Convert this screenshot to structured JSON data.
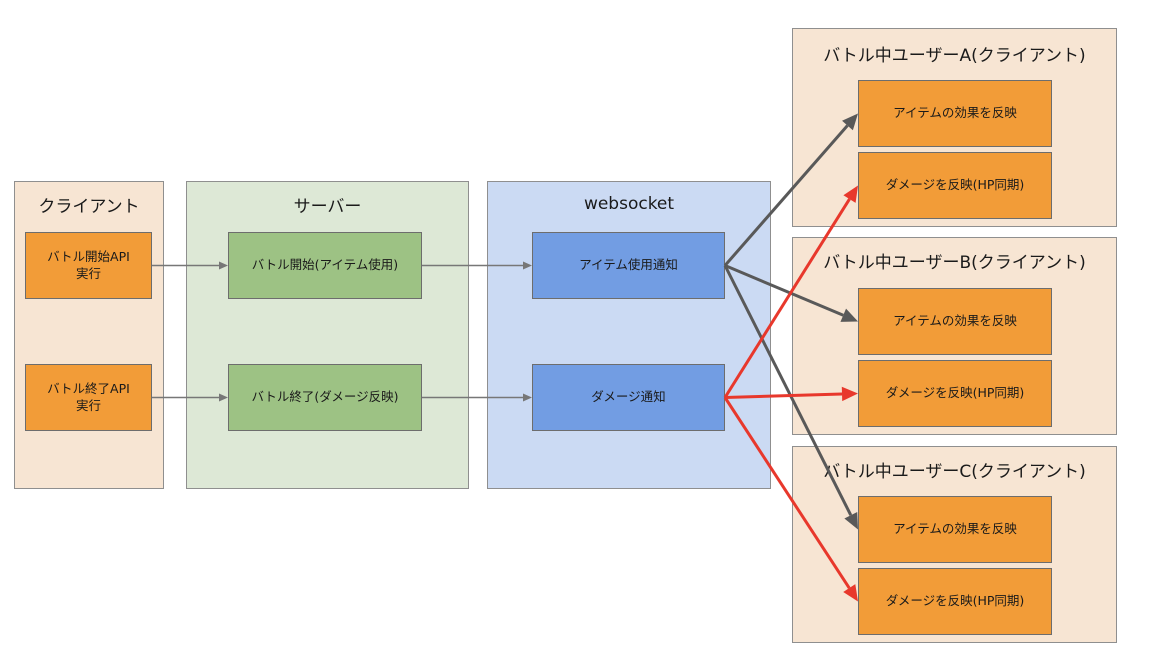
{
  "colors": {
    "client_bg": "#f7e5d3",
    "server_bg": "#dde8d6",
    "websocket_bg": "#cbdaf3",
    "orange_node": "#f29c38",
    "green_node": "#9dc284",
    "blue_node": "#729de3",
    "gray_arrow": "#595959",
    "red_arrow": "#e8382c",
    "thin_arrow": "#777777"
  },
  "client": {
    "title": "クライアント",
    "nodes": [
      {
        "label": "バトル開始API\n実行"
      },
      {
        "label": "バトル終了API\n実行"
      }
    ]
  },
  "server": {
    "title": "サーバー",
    "nodes": [
      {
        "label": "バトル開始(アイテム使用)"
      },
      {
        "label": "バトル終了(ダメージ反映)"
      }
    ]
  },
  "websocket": {
    "title": "websocket",
    "nodes": [
      {
        "label": "アイテム使用通知"
      },
      {
        "label": "ダメージ通知"
      }
    ]
  },
  "users": [
    {
      "title": "バトル中ユーザーA(クライアント)",
      "nodes": [
        {
          "label": "アイテムの効果を反映"
        },
        {
          "label": "ダメージを反映(HP同期)"
        }
      ]
    },
    {
      "title": "バトル中ユーザーB(クライアント)",
      "nodes": [
        {
          "label": "アイテムの効果を反映"
        },
        {
          "label": "ダメージを反映(HP同期)"
        }
      ]
    },
    {
      "title": "バトル中ユーザーC(クライアント)",
      "nodes": [
        {
          "label": "アイテムの効果を反映"
        },
        {
          "label": "ダメージを反映(HP同期)"
        }
      ]
    }
  ],
  "edges": [
    {
      "from": "client-start",
      "to": "server-start",
      "style": "thin"
    },
    {
      "from": "client-end",
      "to": "server-end",
      "style": "thin"
    },
    {
      "from": "server-start",
      "to": "ws-item",
      "style": "thin"
    },
    {
      "from": "server-end",
      "to": "ws-damage",
      "style": "thin"
    },
    {
      "from": "ws-item",
      "to": "userA-item",
      "style": "gray"
    },
    {
      "from": "ws-item",
      "to": "userB-item",
      "style": "gray"
    },
    {
      "from": "ws-item",
      "to": "userC-item",
      "style": "gray"
    },
    {
      "from": "ws-damage",
      "to": "userA-damage",
      "style": "red"
    },
    {
      "from": "ws-damage",
      "to": "userB-damage",
      "style": "red"
    },
    {
      "from": "ws-damage",
      "to": "userC-damage",
      "style": "red"
    }
  ]
}
